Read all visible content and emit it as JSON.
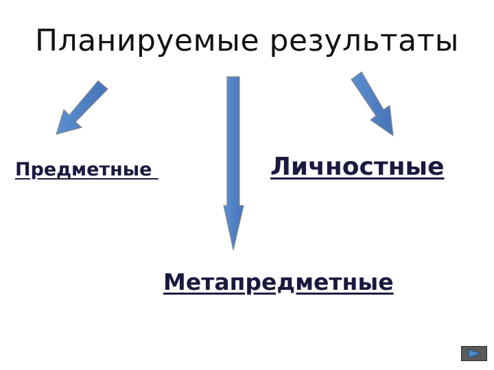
{
  "slide": {
    "title": "Планируемые результаты",
    "labels": {
      "left": "Предметные ",
      "right": "Личностные",
      "bottom": "Метапредметные"
    },
    "arrow_color": "#4f81bd",
    "nav": {
      "icon": "play-next-icon"
    }
  }
}
